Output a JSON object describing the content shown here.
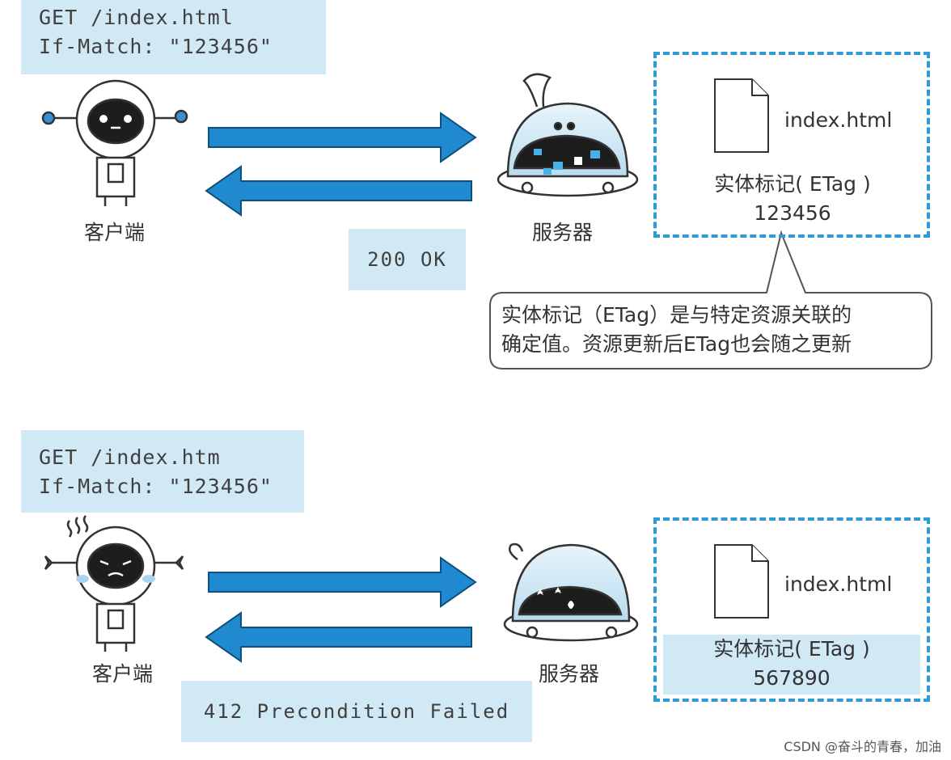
{
  "top": {
    "request": {
      "line1": "GET /index.html",
      "line2": "If-Match: \"123456\""
    },
    "client_label": "客户端",
    "server_label": "服务器",
    "response": "200 OK",
    "resource": {
      "file": "index.html",
      "etag_label": "实体标记( ETag )",
      "etag_value": "123456"
    },
    "callout": {
      "line1": "实体标记（ETag）是与特定资源关联的",
      "line2": "确定值。资源更新后ETag也会随之更新"
    }
  },
  "bottom": {
    "request": {
      "line1": "GET /index.htm",
      "line2": "If-Match: \"123456\""
    },
    "client_label": "客户端",
    "server_label": "服务器",
    "response": "412 Precondition Failed",
    "resource": {
      "file": "index.html",
      "etag_label": "实体标记( ETag )",
      "etag_value": "567890"
    }
  },
  "watermark": "CSDN @奋斗的青春，加油",
  "colors": {
    "arrow": "#1f8ad0",
    "box": "#d1e9f5",
    "dash": "#2e9ad6"
  }
}
